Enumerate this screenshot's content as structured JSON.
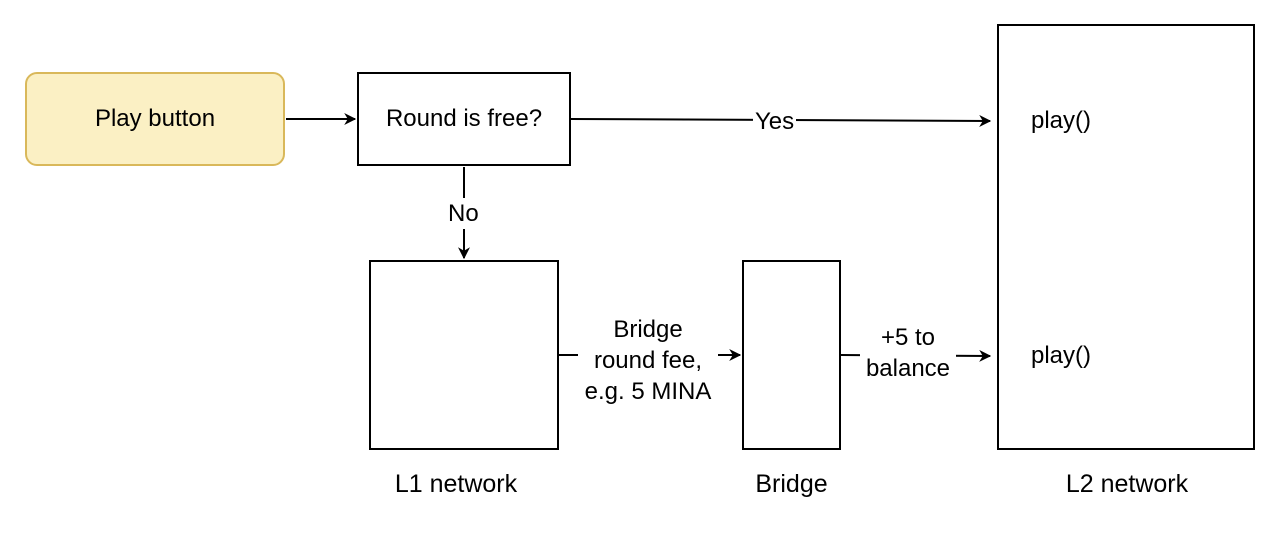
{
  "nodes": {
    "play_button": "Play button",
    "round_is_free": "Round is free?",
    "l2_play_top": "play()",
    "l2_play_bottom": "play()"
  },
  "edges": {
    "yes": "Yes",
    "no": "No",
    "bridge_fee_line1": "Bridge",
    "bridge_fee_line2": "round fee,",
    "bridge_fee_line3": "e.g. 5 MINA",
    "balance_line1": "+5 to",
    "balance_line2": "balance"
  },
  "captions": {
    "l1": "L1 network",
    "bridge": "Bridge",
    "l2": "L2 network"
  },
  "colors": {
    "play_button_fill": "#fbf0c4",
    "play_button_stroke": "#d9b85a",
    "stroke": "#000000"
  }
}
